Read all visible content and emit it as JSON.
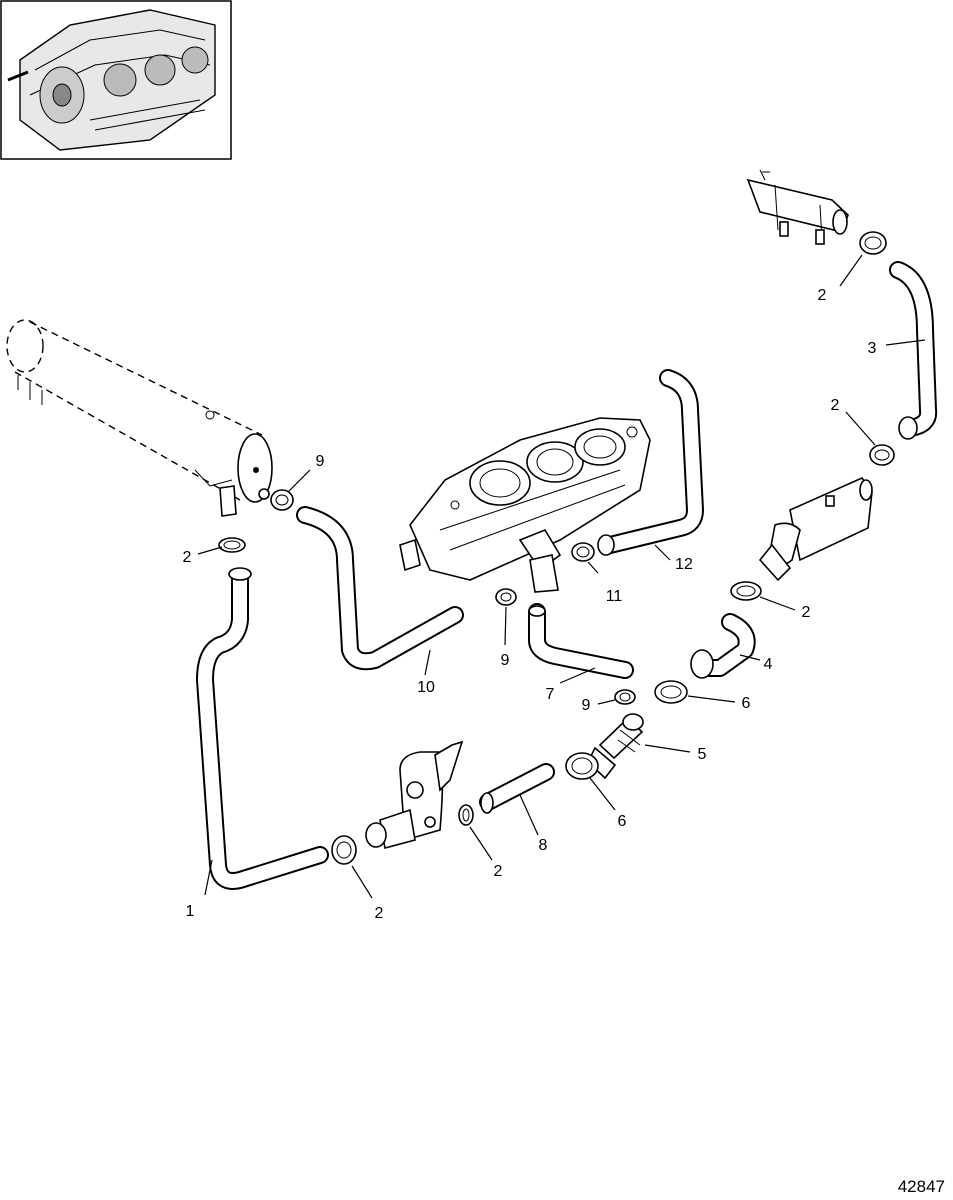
{
  "figure_number": "42847",
  "callouts": {
    "c1": "1",
    "c2a": "2",
    "c2b": "2",
    "c2c": "2",
    "c2d": "2",
    "c2e": "2",
    "c2f": "2",
    "c3": "3",
    "c4": "4",
    "c5": "5",
    "c6a": "6",
    "c6b": "6",
    "c7": "7",
    "c8": "8",
    "c9a": "9",
    "c9b": "9",
    "c9c": "9",
    "c10": "10",
    "c11": "11",
    "c12": "12"
  }
}
